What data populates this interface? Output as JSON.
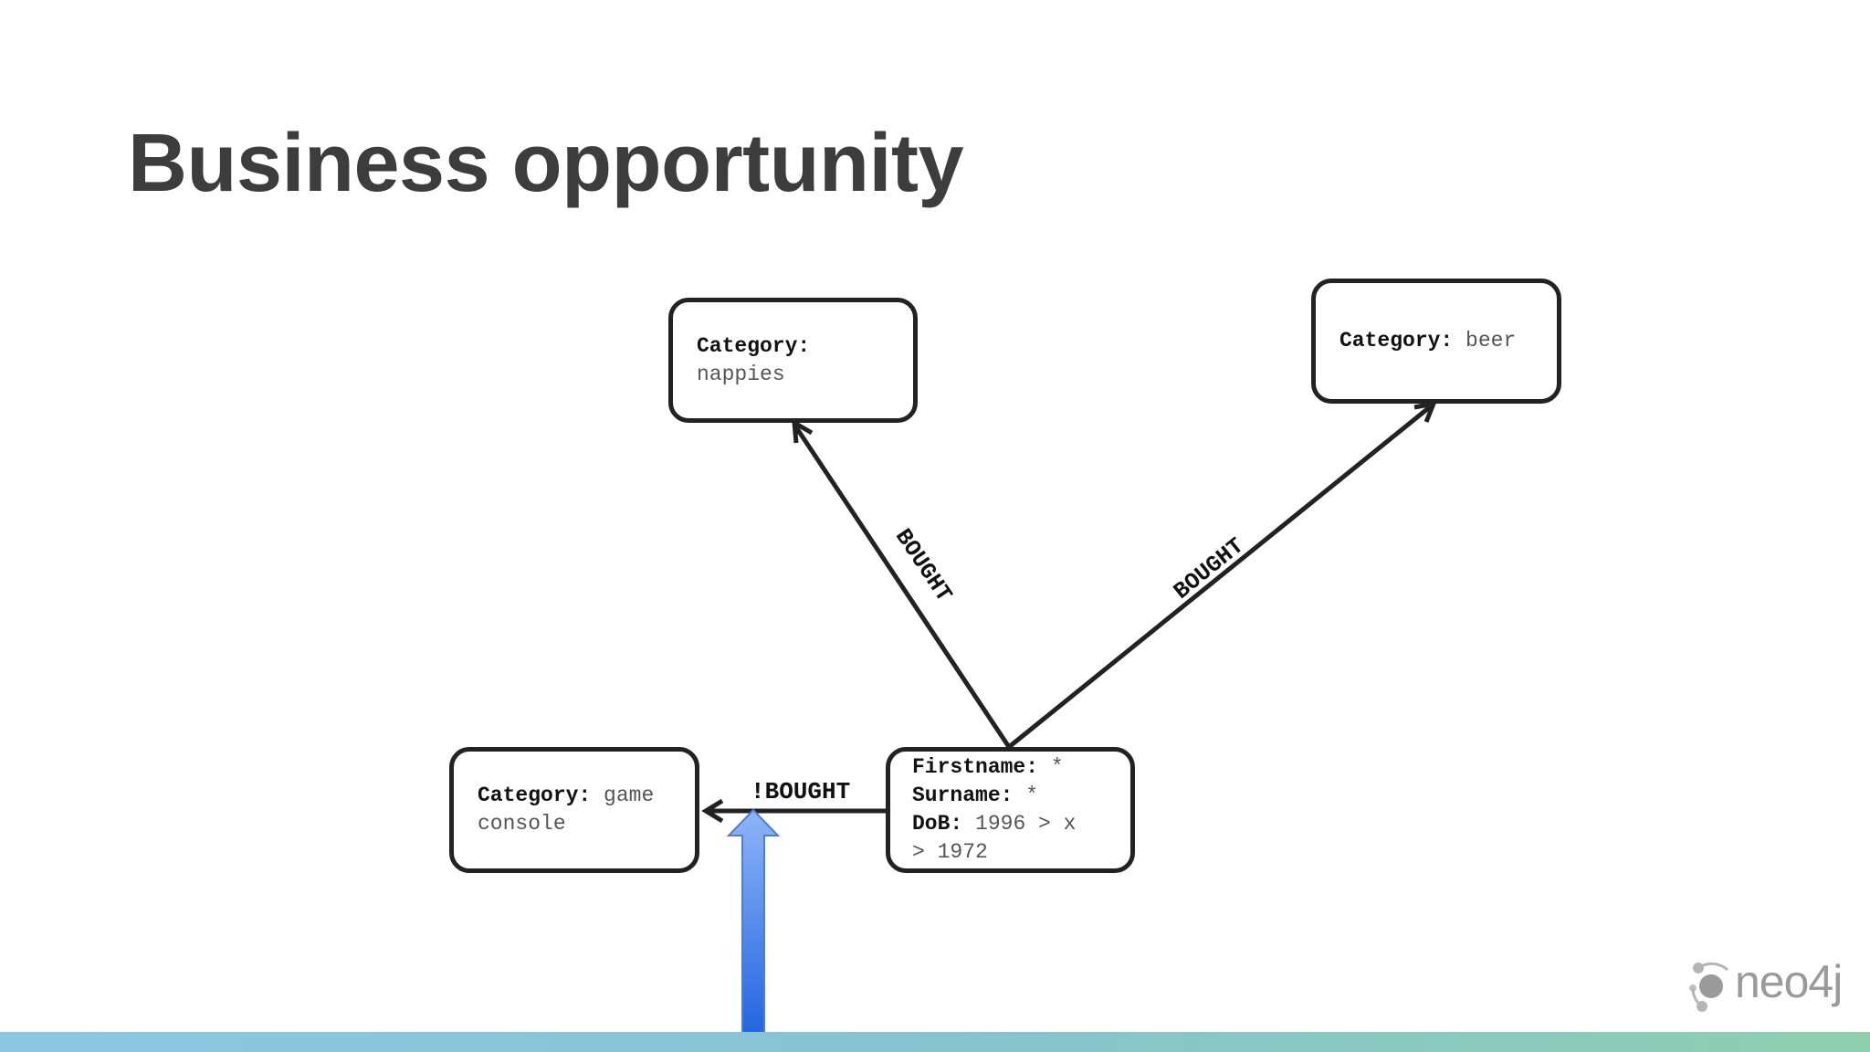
{
  "slide": {
    "title": "Business opportunity"
  },
  "nodes": {
    "nappies": {
      "key": "Category:",
      "value": "nappies"
    },
    "beer": {
      "key": "Category:",
      "value": "beer"
    },
    "game_console": {
      "key": "Category:",
      "value": "game",
      "value_line2": "console"
    },
    "person": {
      "firstname_key": "Firstname:",
      "firstname_value": "*",
      "surname_key": "Surname:",
      "surname_value": "*",
      "dob_key": "DoB:",
      "dob_value": "1996 > x",
      "dob_value_line2": "> 1972"
    }
  },
  "edges": {
    "to_nappies": "BOUGHT",
    "to_beer": "BOUGHT",
    "to_game_console": "!BOUGHT"
  },
  "colors": {
    "highlight_arrow_top": "#8fb5f5",
    "highlight_arrow_bottom": "#1a5ee0",
    "stroke": "#222222"
  },
  "logo": {
    "text": "neo4j",
    "icon": "neo4j-logo-icon"
  }
}
